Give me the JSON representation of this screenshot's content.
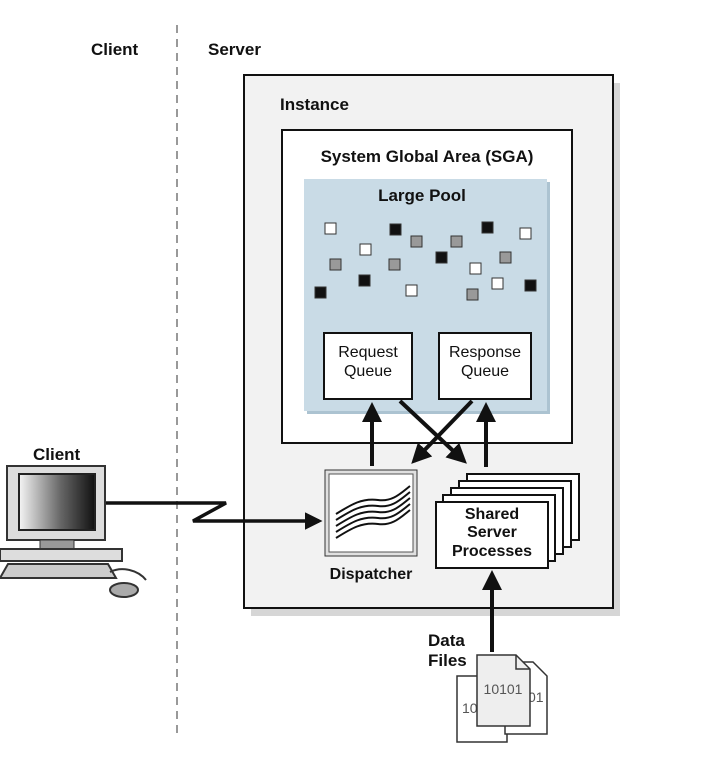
{
  "labels": {
    "client_header": "Client",
    "server_header": "Server",
    "instance": "Instance",
    "sga": "System Global Area (SGA)",
    "large_pool": "Large Pool",
    "request_queue_line1": "Request",
    "request_queue_line2": "Queue",
    "response_queue_line1": "Response",
    "response_queue_line2": "Queue",
    "dispatcher": "Dispatcher",
    "shared_server_line1": "Shared",
    "shared_server_line2": "Server",
    "shared_server_line3": "Processes",
    "client_computer": "Client",
    "data_files_line1": "Data",
    "data_files_line2": "Files",
    "data_file_bits_front": "10101",
    "data_file_bits_back_left": "10",
    "data_file_bits_back_right": "01"
  },
  "colors": {
    "sga_fill": "#ffffff",
    "instance_fill": "#f2f2f2",
    "large_pool_fill": "#c9dbe6",
    "block_black": "#111111",
    "block_gray": "#999999",
    "block_white": "#ffffff"
  },
  "icons": {
    "client_computer": "desktop-computer-icon",
    "dispatcher": "dispatcher-waves-icon",
    "data_files": "document-stack-icon"
  }
}
